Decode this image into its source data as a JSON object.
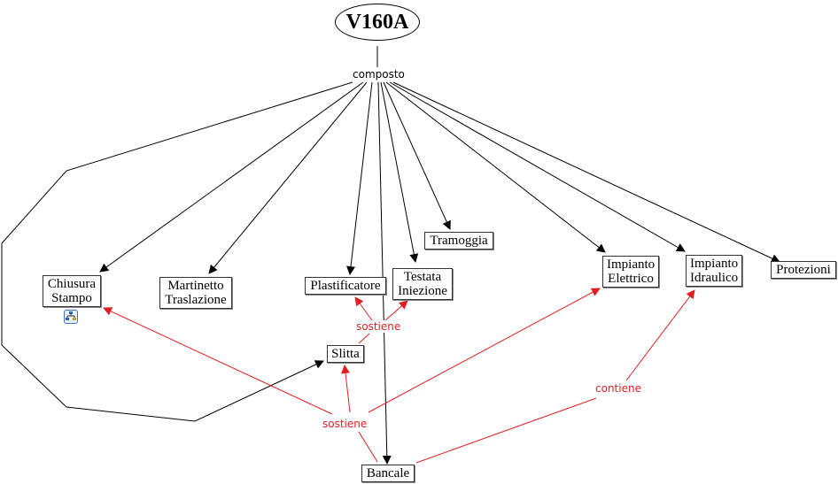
{
  "root": {
    "label": "V160A"
  },
  "relations": {
    "composto": "composto",
    "sostiene_upper": "sostiene",
    "sostiene_lower": "sostiene",
    "contiene": "contiene"
  },
  "nodes": {
    "chiusura_stampo": "Chiusura\nStampo",
    "martinetto_traslazione": "Martinetto\nTraslazione",
    "plastificatore": "Plastificatore",
    "testata_iniezione": "Testata\nIniezione",
    "tramoggia": "Tramoggia",
    "impianto_elettrico": "Impianto\nElettrico",
    "impianto_idraulico": "Impianto\nIdraulico",
    "protezioni": "Protezioni",
    "slitta": "Slitta",
    "bancale": "Bancale"
  },
  "icons": {
    "subtree": "hierarchy-tree-icon"
  },
  "colors": {
    "composition": "#000000",
    "support": "#e02020"
  }
}
